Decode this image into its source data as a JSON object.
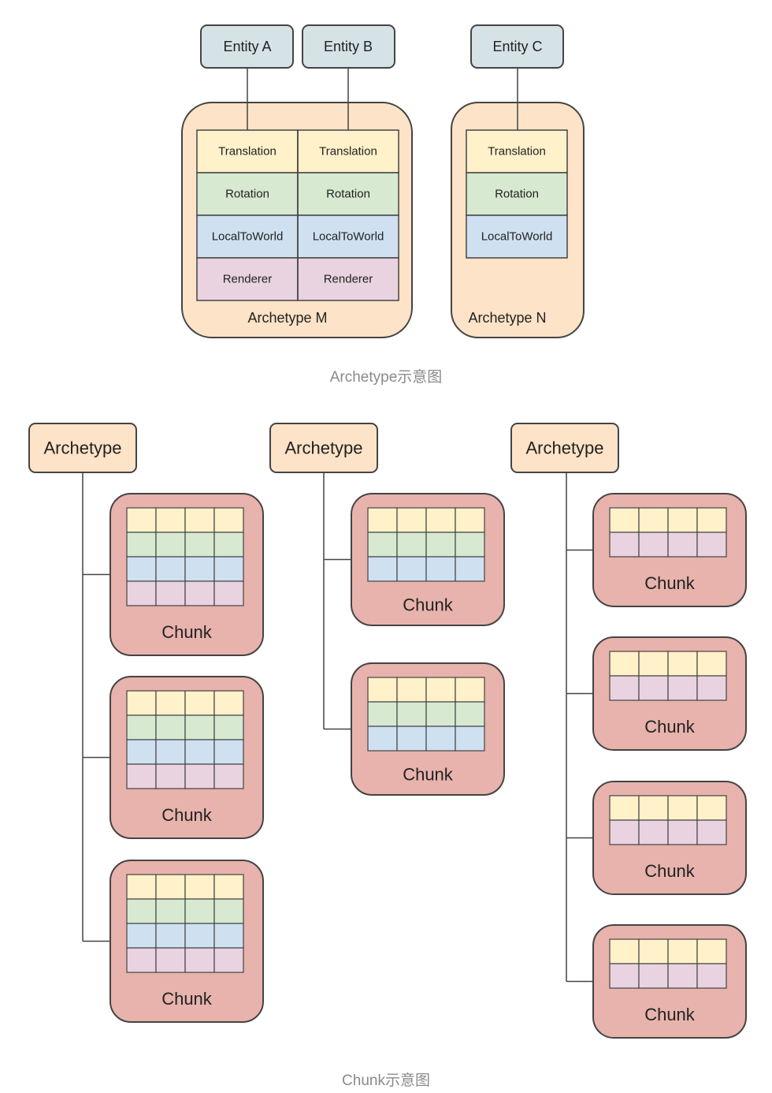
{
  "colors": {
    "entity_fill": "#d5e3e6",
    "archetype_fill": "#fde3c7",
    "chunk_fill": "#e7b3ac",
    "translation": "#fff1c9",
    "rotation": "#d7e9d1",
    "localtoworld": "#cfe0f1",
    "renderer": "#e9d3e0",
    "stroke": "#444444",
    "caption": "#8a8a8a"
  },
  "fig1": {
    "entities": [
      "Entity A",
      "Entity B",
      "Entity C"
    ],
    "archetypes": [
      {
        "label": "Archetype M",
        "columns": [
          [
            "Translation",
            "Rotation",
            "LocalToWorld",
            "Renderer"
          ],
          [
            "Translation",
            "Rotation",
            "LocalToWorld",
            "Renderer"
          ]
        ]
      },
      {
        "label": "Archetype N",
        "columns": [
          [
            "Translation",
            "Rotation",
            "LocalToWorld"
          ]
        ]
      }
    ],
    "caption": "Archetype示意图"
  },
  "fig2": {
    "groups": [
      {
        "label": "Archetype",
        "chunk_label": "Chunk",
        "chunk_count": 3,
        "row_types": [
          "translation",
          "rotation",
          "localtoworld",
          "renderer"
        ]
      },
      {
        "label": "Archetype",
        "chunk_label": "Chunk",
        "chunk_count": 2,
        "row_types": [
          "translation",
          "rotation",
          "localtoworld"
        ]
      },
      {
        "label": "Archetype",
        "chunk_label": "Chunk",
        "chunk_count": 4,
        "row_types": [
          "translation",
          "renderer"
        ]
      }
    ],
    "chunk_columns": 4,
    "caption": "Chunk示意图"
  }
}
